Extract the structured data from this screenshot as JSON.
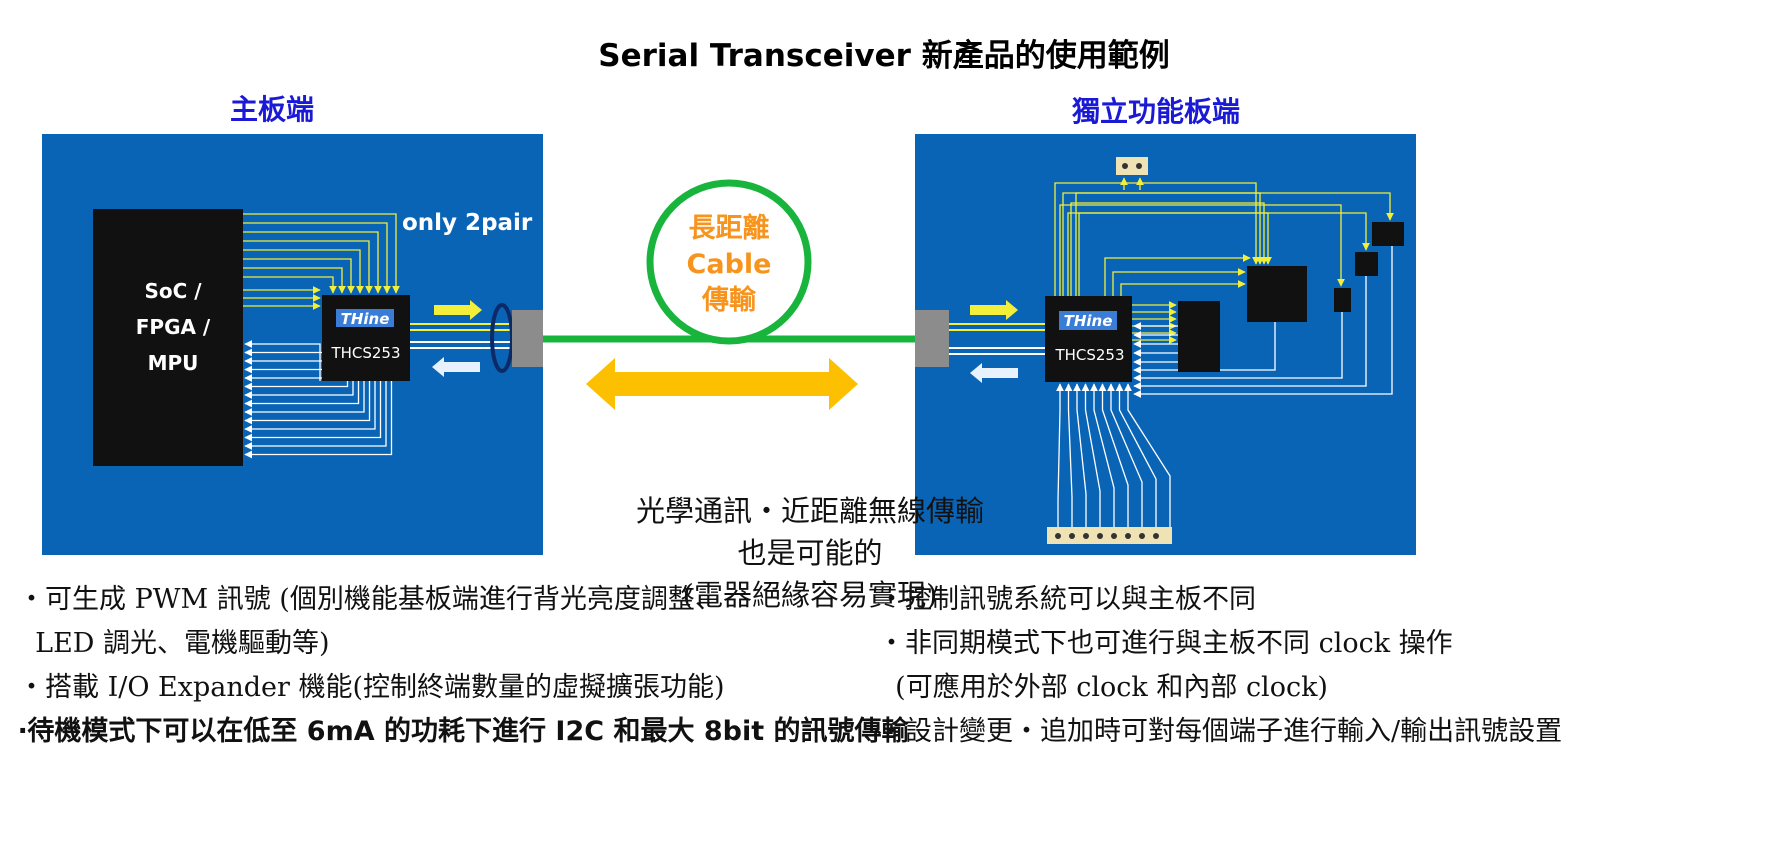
{
  "title": "Serial Transceiver 新產品的使用範例",
  "left_panel": {
    "heading": "主板端",
    "soc_lines": [
      "SoC /",
      "FPGA /",
      "MPU"
    ],
    "pair_note": "only 2pair",
    "logo": "THine",
    "chip": "THCS253"
  },
  "right_panel": {
    "heading": "獨立功能板端",
    "logo": "THine",
    "chip": "THCS253"
  },
  "cable": {
    "loop_lines": [
      "長距離",
      "Cable",
      "傳輸"
    ],
    "note_lines": [
      "光學通訊‧近距離無線傳輸",
      "也是可能的",
      "(電器絕緣容易實現)"
    ]
  },
  "left_bullets": [
    {
      "text": "‧可生成 PWM 訊號 (個別機能基板端進行背光亮度調整、"
    },
    {
      "text": "  LED 調光、電機驅動等)"
    },
    {
      "text": "‧搭載 I/O Expander 機能(控制終端數量的虛擬擴張功能)"
    },
    {
      "text": "‧待機模式下可以在低至 6mA 的功耗下進行 I2C 和最大 8bit 的訊號傳輸"
    }
  ],
  "right_bullets": [
    {
      "text": "‧控制訊號系統可以與主板不同"
    },
    {
      "text": "‧非同期模式下也可進行與主板不同 clock 操作"
    },
    {
      "text": "  (可應用於外部 clock 和內部 clock)"
    },
    {
      "text": "‧設計變更‧追加時可對每個端子進行輸入/輸出訊號設置"
    }
  ],
  "colors": {
    "panel_blue": "#0a64b6",
    "chip_black": "#111111",
    "heading_blue": "#1a1ad6",
    "cable_green": "#18b43c",
    "loop_text_orange": "#f7941d",
    "arrow_yellow": "#fcc000",
    "signal_yellow": "#f2ee3a",
    "connector_gray": "#8c8c8c"
  }
}
